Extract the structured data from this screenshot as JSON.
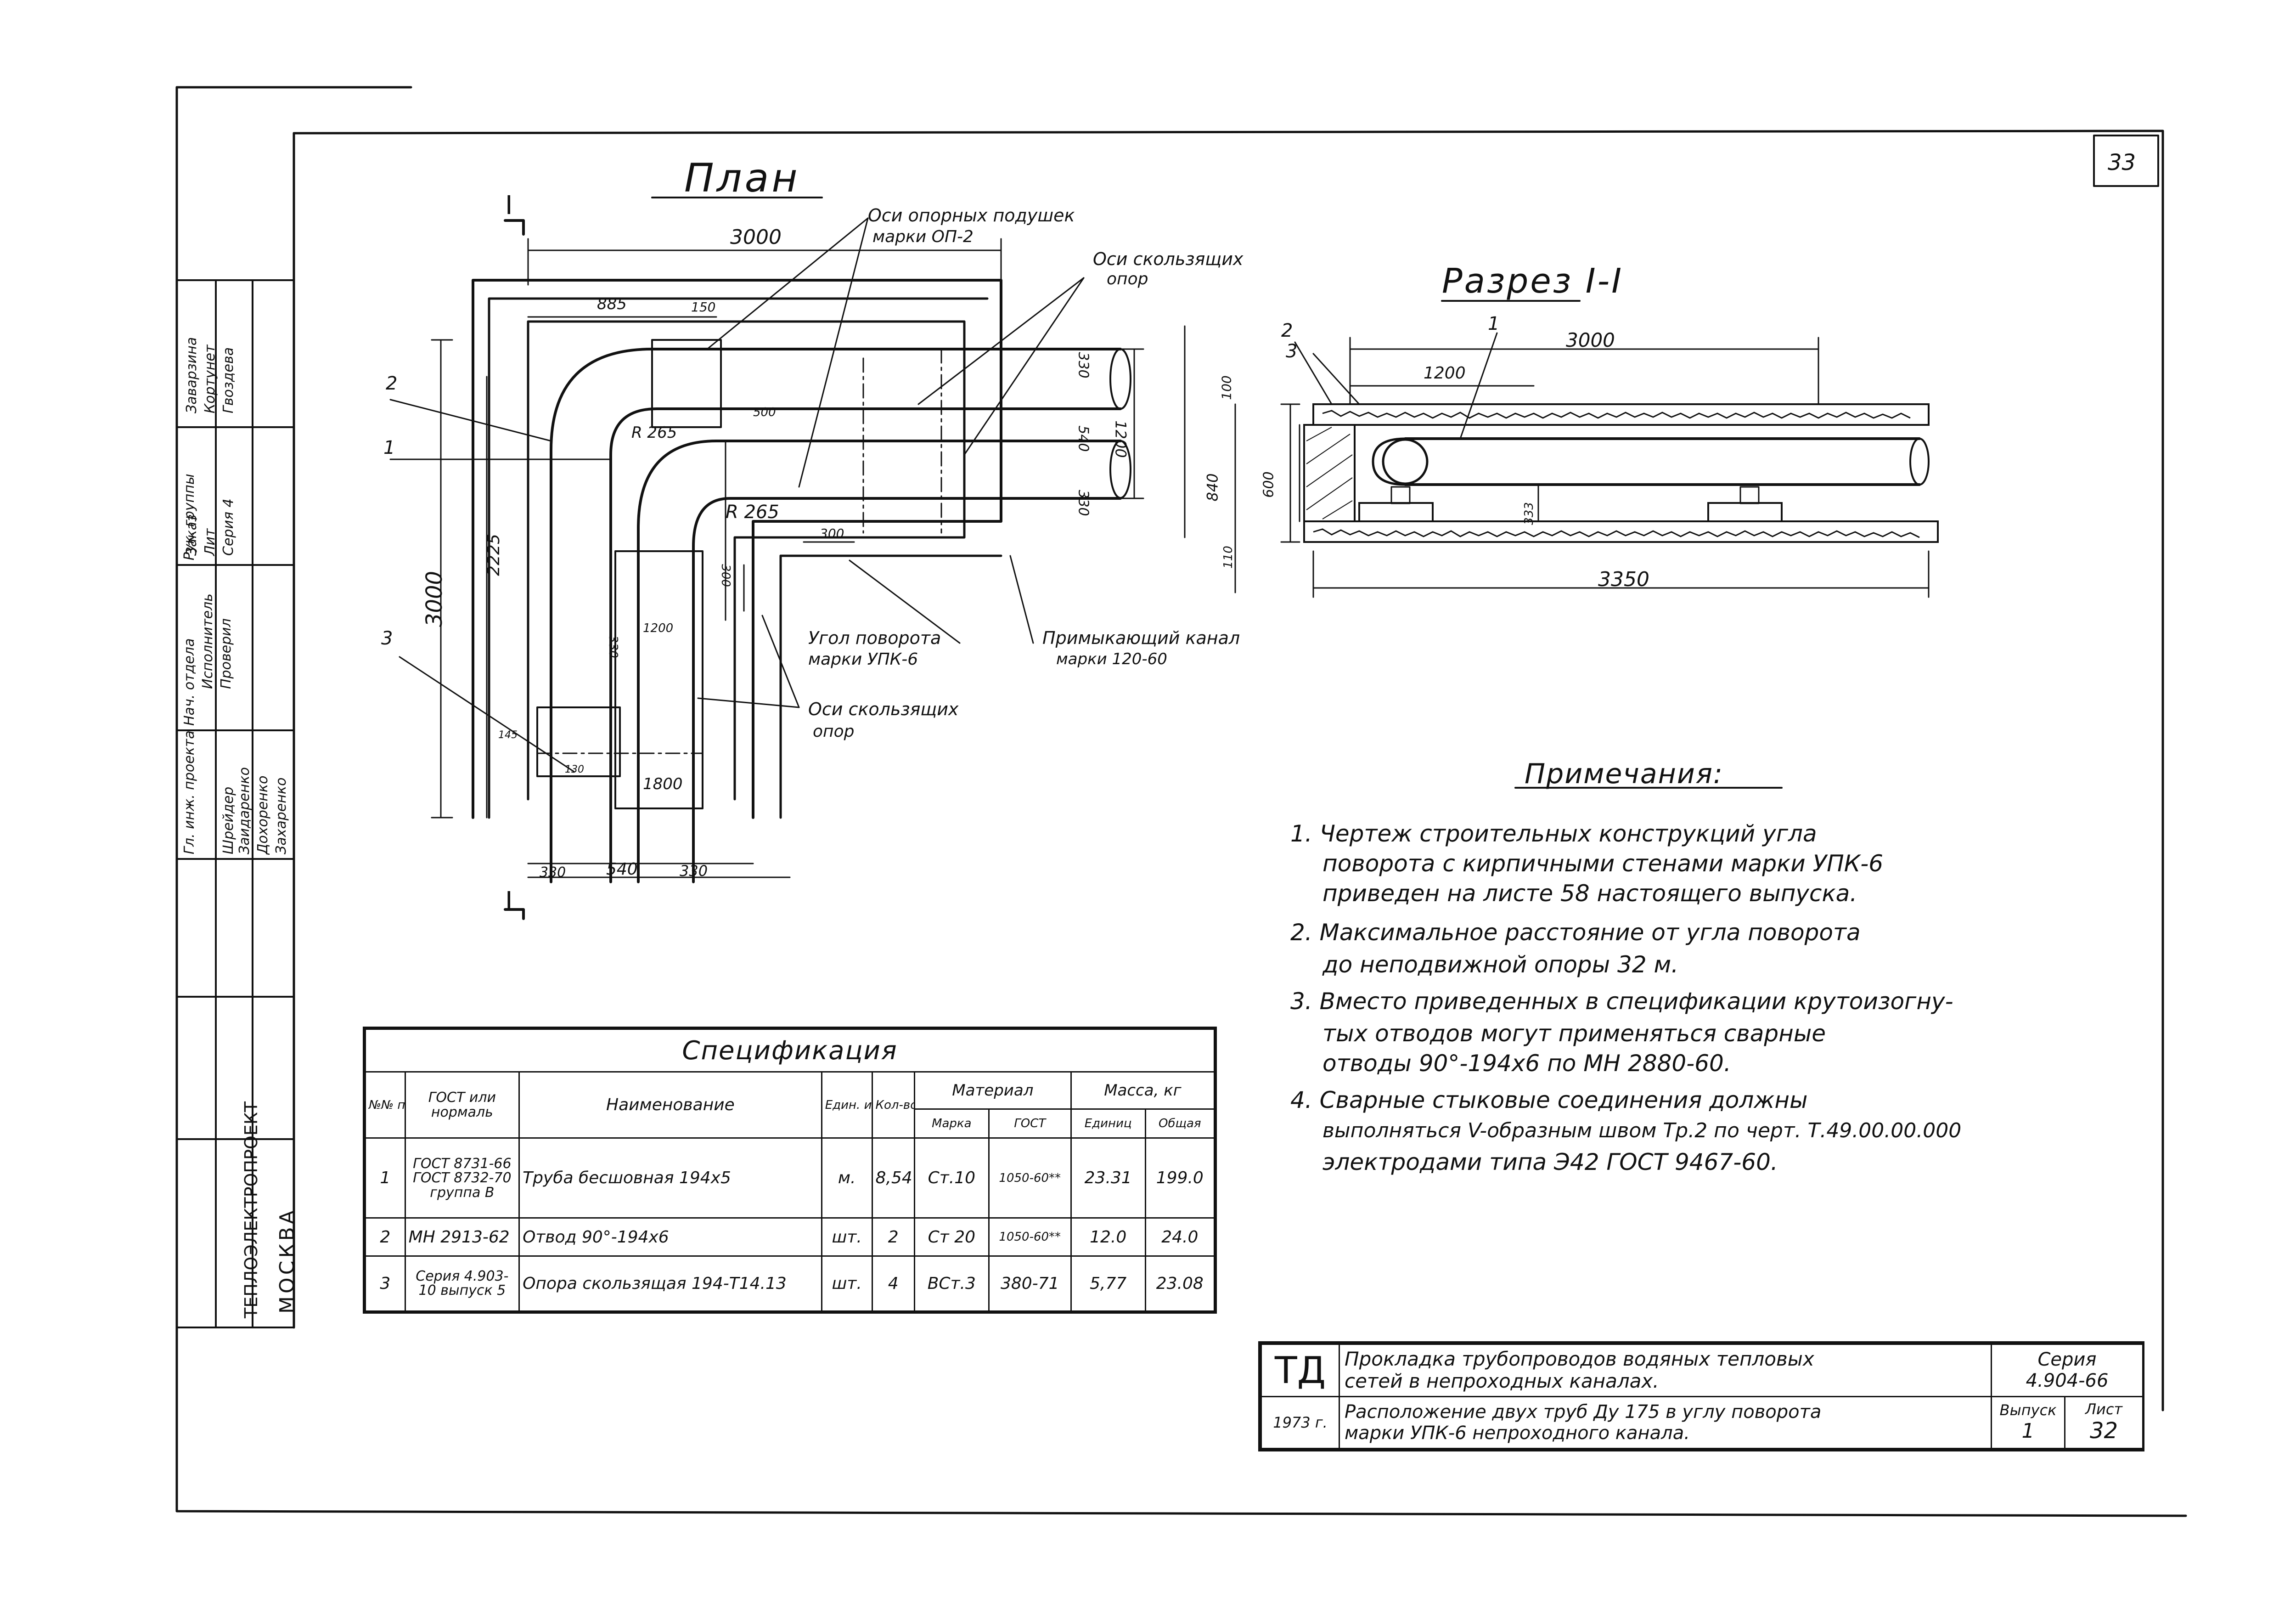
{
  "sheet": {
    "page_number": "33",
    "plan_title": "План",
    "section_title": "Разрез I-I",
    "section_mark": "I"
  },
  "plan": {
    "dims": {
      "top_3000": "3000",
      "d_885": "885",
      "d_150": "150",
      "d_330a": "330",
      "d_540": "540",
      "d_330b": "330",
      "d_1200": "1200",
      "d_500": "500",
      "d_300a": "300",
      "d_300b": "300",
      "d_1200b": "1200",
      "d_330c": "330",
      "d_3000v": "3000",
      "d_2225": "2225",
      "d_1800": "1800",
      "d_145": "145",
      "d_130": "130",
      "bot_330a": "330",
      "bot_540": "540",
      "bot_330b": "330",
      "r1": "R 265",
      "r2": "R 265"
    },
    "callouts": {
      "c1": "1",
      "c2": "2",
      "c3": "3",
      "supports_pads": "Оси опорных подушек",
      "supports_pads_mark": "марки ОП-2",
      "sliding_supports_top": "Оси скользящих",
      "sliding_supports_top2": "опор",
      "corner_label": "Угол поворота",
      "corner_mark": "марки УПК-6",
      "adjacent_channel": "Примыкающий канал",
      "adjacent_mark": "марки 120-60",
      "sliding_supports_bottom": "Оси скользящих",
      "sliding_supports_bottom2": "опор"
    }
  },
  "section": {
    "dims": {
      "d_3000": "3000",
      "d_1200": "1200",
      "d_100": "100",
      "d_840": "840",
      "d_600": "600",
      "d_110": "110",
      "d_3350": "3350",
      "d_333": "333"
    },
    "callouts": {
      "c1": "1",
      "c2": "2",
      "c3": "3"
    }
  },
  "notes": {
    "title": "Примечания:",
    "items": [
      "1. Чертеж строительных конструкций угла",
      "поворота с кирпичными стенами марки УПК-6",
      "приведен на листе 58 настоящего выпуска.",
      "2. Максимальное расстояние от угла поворота",
      "до неподвижной опоры 32 м.",
      "3. Вместо приведенных в спецификации крутоизогну-",
      "тых отводов могут применяться сварные",
      "отводы 90°-194х6 по МН 2880-60.",
      "4. Сварные стыковые соединения должны",
      "выполняться V-образным швом Тр.2 по черт. Т.49.00.00.000",
      "электродами типа Э42 ГОСТ 9467-60."
    ]
  },
  "spec": {
    "caption": "Спецификация",
    "headers": {
      "num": "№№ поз.",
      "gost": "ГОСТ или нормаль",
      "name": "Наименование",
      "unit": "Един. изм.",
      "qty": "Кол-во",
      "material": "Материал",
      "mark": "Марка",
      "mgost": "ГОСТ",
      "mass": "Масса, кг",
      "mass_unit": "Единиц",
      "mass_total": "Общая"
    },
    "rows": [
      {
        "num": "1",
        "gost": "ГОСТ 8731-66 ГОСТ 8732-70 группа В",
        "name": "Труба бесшовная 194х5",
        "unit": "м.",
        "qty": "8,54",
        "mark": "Ст.10",
        "mgost": "1050-60**",
        "mass_unit": "23.31",
        "mass_total": "199.0"
      },
      {
        "num": "2",
        "gost": "МН 2913-62",
        "name": "Отвод 90°-194х6",
        "unit": "шт.",
        "qty": "2",
        "mark": "Ст 20",
        "mgost": "1050-60**",
        "mass_unit": "12.0",
        "mass_total": "24.0"
      },
      {
        "num": "3",
        "gost": "Серия 4.903-10 выпуск 5",
        "name": "Опора скользящая 194-Т14.13",
        "unit": "шт.",
        "qty": "4",
        "mark": "ВСт.3",
        "mgost": "380-71",
        "mass_unit": "5,77",
        "mass_total": "23.08"
      }
    ]
  },
  "title_block": {
    "org": "ТД",
    "year": "1973 г.",
    "subject_1": "Прокладка трубопроводов водяных тепловых",
    "subject_2": "сетей в непроходных каналах.",
    "sheet_title_1": "Расположение двух труб Ду 175 в углу поворота",
    "sheet_title_2": "марки УПК-6 непроходного канала.",
    "series_label": "Серия",
    "series_value": "4.904-66",
    "issue_label": "Выпуск",
    "issue_value": "1",
    "sheet_label": "Лист",
    "sheet_value": "32"
  },
  "stamp": {
    "city": "МОСКВА",
    "institute": "ТЕПЛОЭЛЕКТРОПРОЕКТ",
    "roles": [
      "Нач. отдела",
      "Гл. инж. проекта",
      "Рук. группы",
      "Исполнитель",
      "Проверил"
    ],
    "names": [
      "Шрейдер",
      "Заидаренко",
      "Дохоренко",
      "Захаренко"
    ],
    "extra": [
      "Заварзина",
      "Кортунет",
      "Гвоздева",
      "Заказ",
      "Лит",
      "Cерия 4"
    ]
  }
}
